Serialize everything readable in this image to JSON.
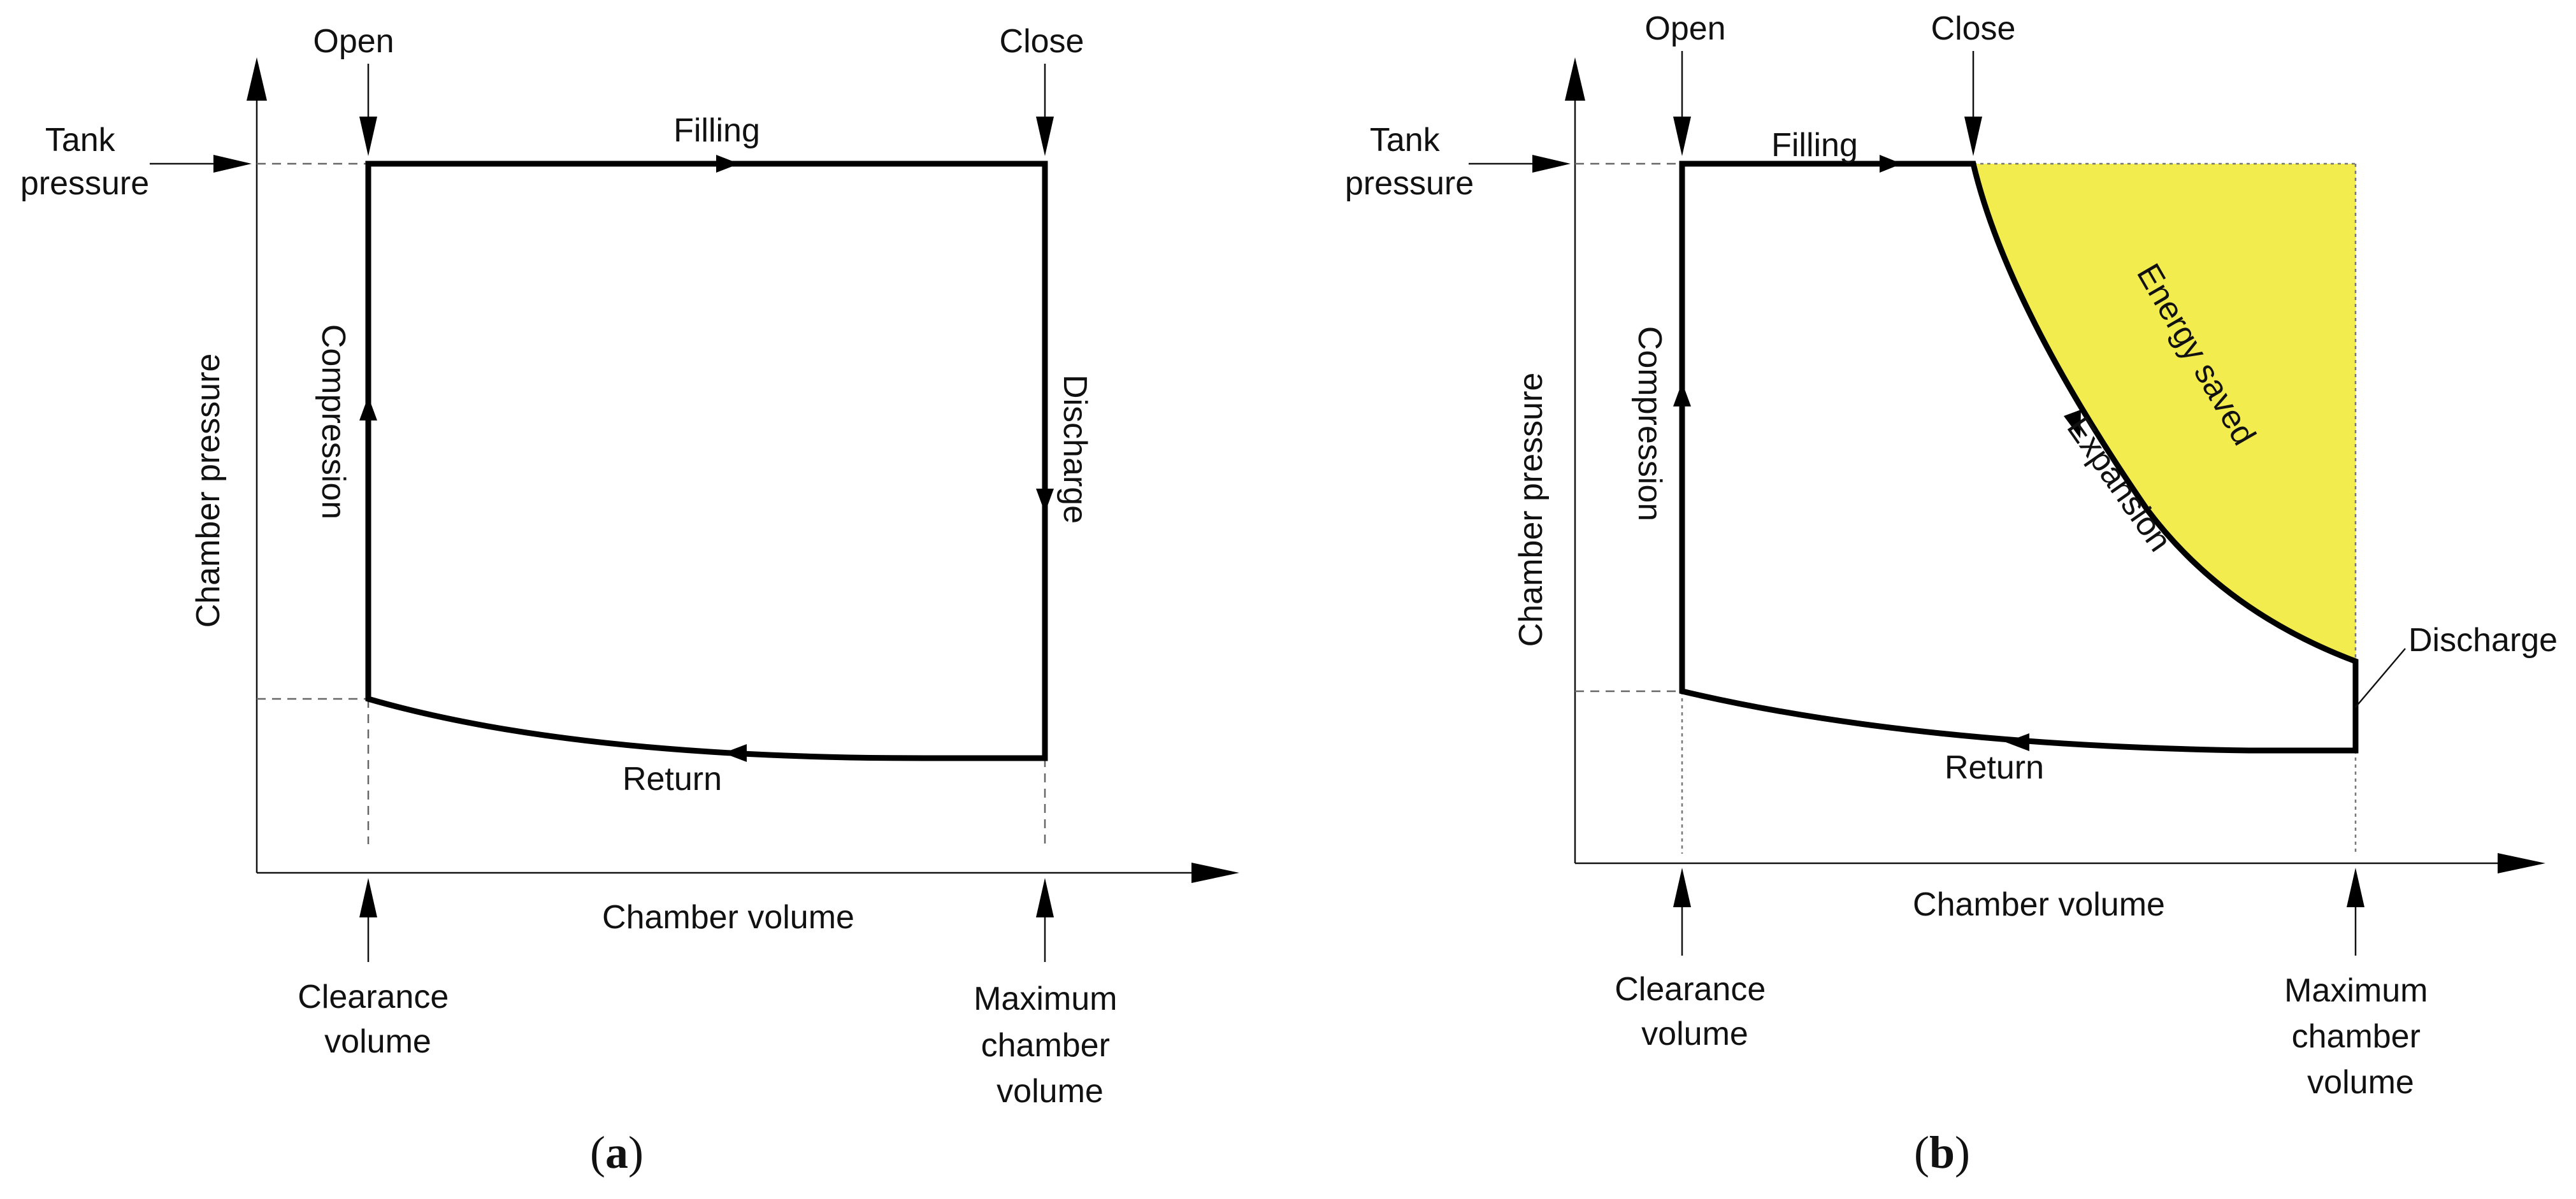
{
  "panels": [
    {
      "caption": "a",
      "labels": {
        "open": "Open",
        "close": "Close",
        "tank_pressure": [
          "Tank",
          "pressure"
        ],
        "chamber_pressure": "Chamber pressure",
        "chamber_volume": "Chamber volume",
        "filling": "Filling",
        "compression": "Compression",
        "discharge": "Discharge",
        "return": "Return",
        "clearance_volume": [
          "Clearance",
          "volume"
        ],
        "maximum_chamber_volume": [
          "Maximum",
          "chamber",
          "volume"
        ]
      }
    },
    {
      "caption": "b",
      "labels": {
        "open": "Open",
        "close": "Close",
        "tank_pressure": [
          "Tank",
          "pressure"
        ],
        "chamber_pressure": "Chamber pressure",
        "chamber_volume": "Chamber volume",
        "filling": "Filling",
        "compression": "Compression",
        "expansion": "Expansion",
        "energy_saved": "Energy saved",
        "discharge": "Discharge",
        "return": "Return",
        "clearance_volume": [
          "Clearance",
          "volume"
        ],
        "maximum_chamber_volume": [
          "Maximum",
          "chamber",
          "volume"
        ]
      },
      "colors": {
        "energy_saved_fill": "#f2ec4f"
      }
    }
  ]
}
